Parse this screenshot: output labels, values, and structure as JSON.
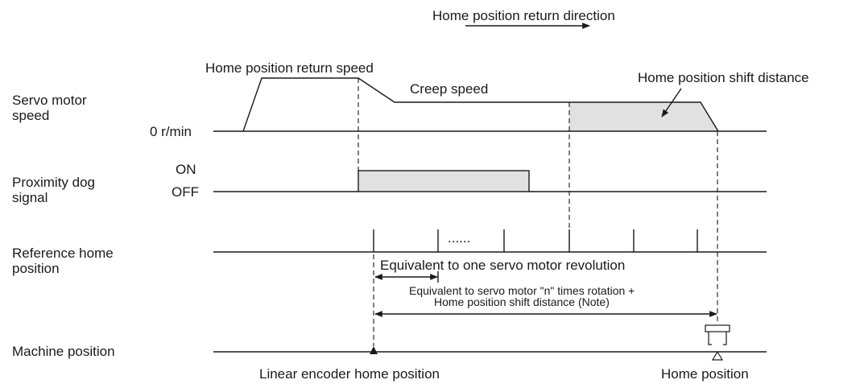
{
  "header": {
    "direction_label": "Home position return direction"
  },
  "rows": {
    "servo_speed": {
      "label_line1": "Servo motor",
      "label_line2": "speed",
      "zero_label": "0 r/min"
    },
    "proximity_dog": {
      "label_line1": "Proximity dog",
      "label_line2": "signal",
      "on_label": "ON",
      "off_label": "OFF"
    },
    "reference_home": {
      "label_line1": "Reference home",
      "label_line2": "position",
      "dots": "......"
    },
    "machine_position": {
      "label": "Machine position"
    }
  },
  "annotations": {
    "home_return_speed": "Home position return speed",
    "creep_speed": "Creep speed",
    "shift_distance": "Home position shift distance",
    "one_revolution": "Equivalent to one servo motor revolution",
    "n_rotation_line1": "Equivalent to servo motor \"n\" times rotation +",
    "n_rotation_line2": "Home position shift distance (Note)",
    "linear_encoder_home": "Linear encoder home position",
    "home_position": "Home position"
  }
}
